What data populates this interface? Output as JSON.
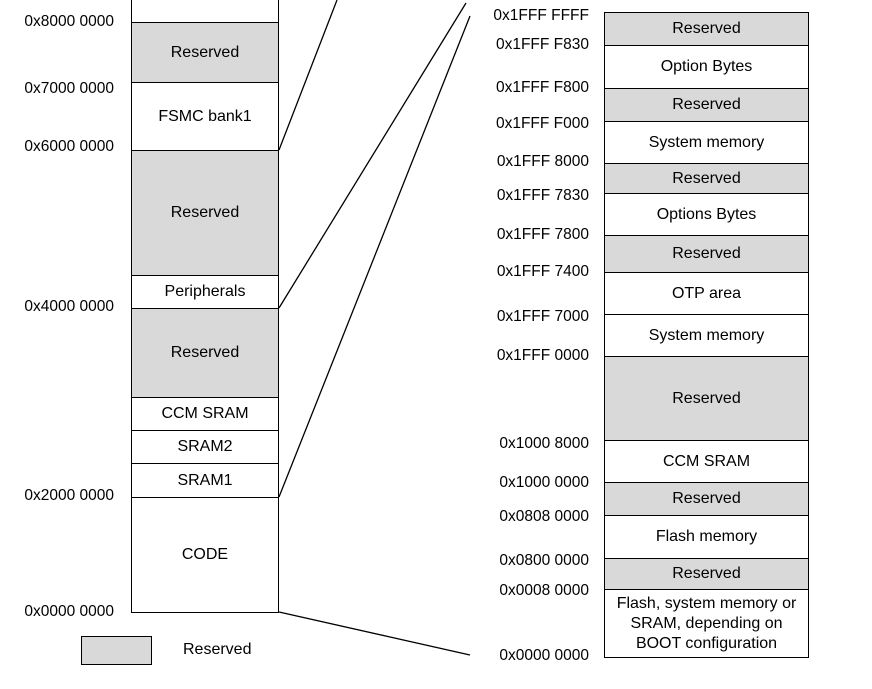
{
  "left_map": {
    "addresses": [
      "0x8000 0000",
      "0x7000 0000",
      "0x6000 0000",
      "0x4000 0000",
      "0x2000 0000",
      "0x0000 0000"
    ],
    "blocks": [
      {
        "label": "",
        "reserved": false
      },
      {
        "label": "Reserved",
        "reserved": true
      },
      {
        "label": "FSMC bank1",
        "reserved": false
      },
      {
        "label": "Reserved",
        "reserved": true
      },
      {
        "label": "Peripherals",
        "reserved": false
      },
      {
        "label": "Reserved",
        "reserved": true
      },
      {
        "label": "CCM SRAM",
        "reserved": false
      },
      {
        "label": "SRAM2",
        "reserved": false
      },
      {
        "label": "SRAM1",
        "reserved": false
      },
      {
        "label": "CODE",
        "reserved": false
      }
    ]
  },
  "right_map": {
    "addresses": [
      "0x1FFF FFFF",
      "0x1FFF F830",
      "0x1FFF F800",
      "0x1FFF F000",
      "0x1FFF 8000",
      "0x1FFF 7830",
      "0x1FFF 7800",
      "0x1FFF 7400",
      "0x1FFF 7000",
      "0x1FFF 0000",
      "0x1000 8000",
      "0x1000 0000",
      "0x0808 0000",
      "0x0800 0000",
      "0x0008 0000",
      "0x0000 0000"
    ],
    "blocks": [
      {
        "label": "Reserved",
        "reserved": true
      },
      {
        "label": "Option Bytes",
        "reserved": false
      },
      {
        "label": "Reserved",
        "reserved": true
      },
      {
        "label": "System memory",
        "reserved": false
      },
      {
        "label": "Reserved",
        "reserved": true
      },
      {
        "label": "Options Bytes",
        "reserved": false
      },
      {
        "label": "Reserved",
        "reserved": true
      },
      {
        "label": "OTP area",
        "reserved": false
      },
      {
        "label": "System memory",
        "reserved": false
      },
      {
        "label": "Reserved",
        "reserved": true
      },
      {
        "label": "CCM SRAM",
        "reserved": false
      },
      {
        "label": "Reserved",
        "reserved": true
      },
      {
        "label": "Flash memory",
        "reserved": false
      },
      {
        "label": "Reserved",
        "reserved": true
      },
      {
        "label": "Flash, system memory or SRAM, depending on BOOT configuration",
        "reserved": false
      }
    ]
  },
  "legend": {
    "label": "Reserved"
  },
  "colors": {
    "reserved_fill": "#d9d9d9",
    "border": "#000000",
    "background": "#ffffff"
  }
}
